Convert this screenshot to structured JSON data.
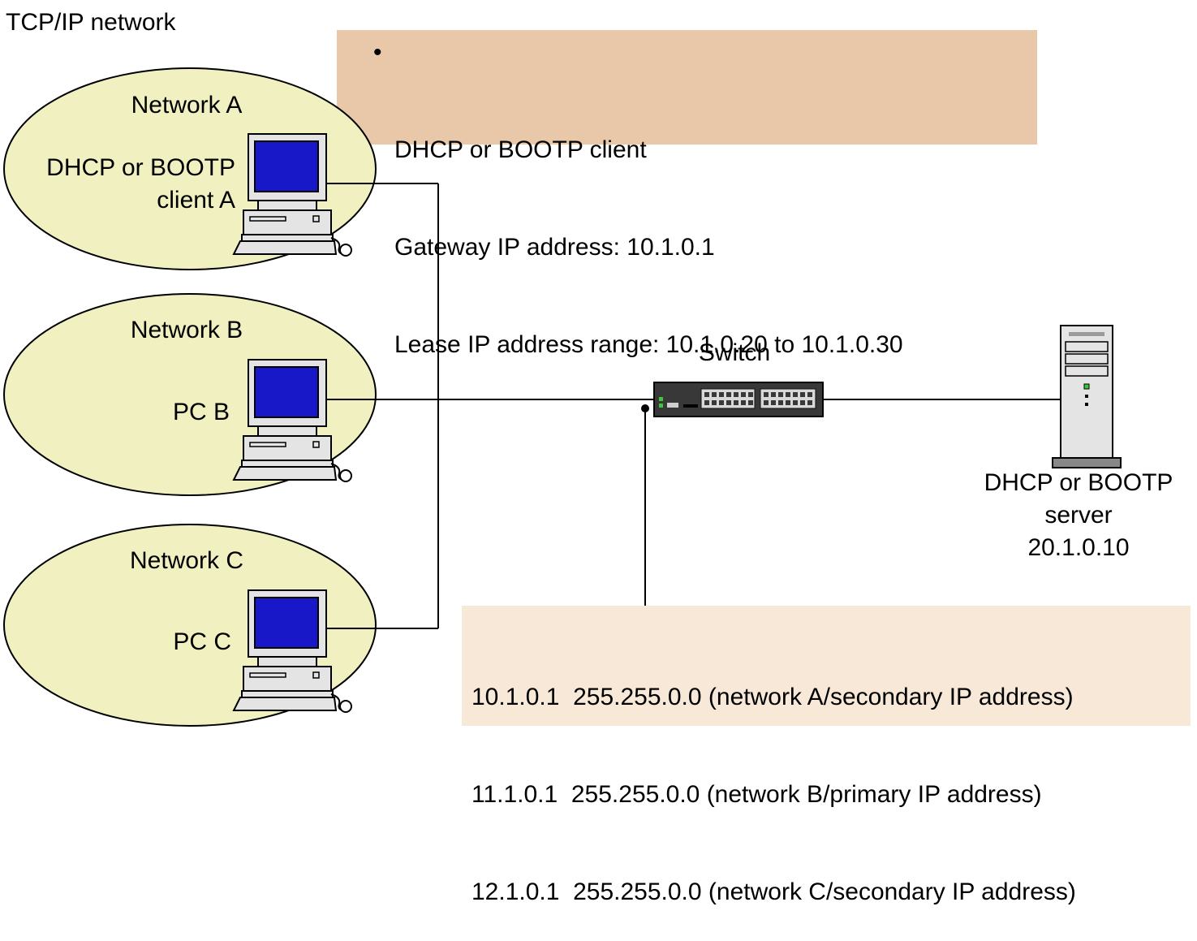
{
  "page_label": "TCP/IP network",
  "client_info": {
    "bullet": "•",
    "lines": [
      "DHCP or BOOTP client",
      "Gateway IP address: 10.1.0.1",
      "Lease IP address range: 10.1.0.20 to 10.1.0.30"
    ]
  },
  "networks": [
    {
      "name": "Network A",
      "host_label_1": "DHCP or BOOTP",
      "host_label_2": "client A"
    },
    {
      "name": "Network B",
      "host_label_1": "PC B"
    },
    {
      "name": "Network C",
      "host_label_1": "PC C"
    }
  ],
  "switch_label": "Switch",
  "server": {
    "label_1": "DHCP or BOOTP",
    "label_2": "server",
    "ip": "20.1.0.10"
  },
  "switch_ips": [
    "10.1.0.1  255.255.0.0 (network A/secondary IP address)",
    "11.1.0.1  255.255.0.0 (network B/primary IP address)",
    "12.1.0.1  255.255.0.0 (network C/secondary IP address)"
  ],
  "colors": {
    "ellipse_fill": "#f0f0c0",
    "client_box_fill": "#e8c8a8",
    "ip_box_fill": "#f8e8d8",
    "monitor_screen": "#1818c8",
    "pc_body": "#e4e4e4",
    "switch_body": "#383838"
  }
}
